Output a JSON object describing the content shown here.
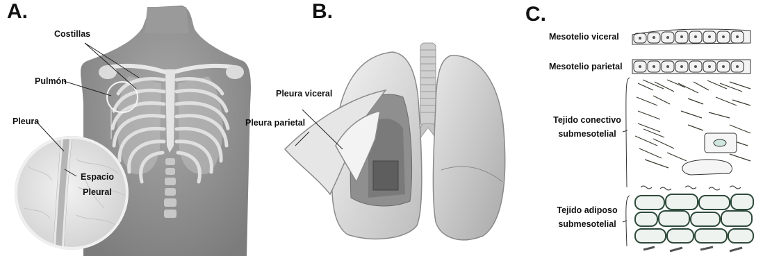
{
  "panels": [
    {
      "letter": "A.",
      "labels": {
        "costillas": "Costillas",
        "pulmon": "Pulmón",
        "pleura": "Pleura",
        "espacio": "Espacio",
        "pleural": "Pleural"
      }
    },
    {
      "letter": "B.",
      "labels": {
        "visceral": "Pleura viceral",
        "parietal": "Pleura parietal"
      }
    },
    {
      "letter": "C.",
      "labels": {
        "mesotelio_visceral": "Mesotelio viceral",
        "mesotelio_parietal": "Mesotelio parietal",
        "conectivo_1": "Tejido conectivo",
        "conectivo_2": "submesotelial",
        "adiposo_1": "Tejido adiposo",
        "adiposo_2": "submesotelial"
      }
    }
  ]
}
